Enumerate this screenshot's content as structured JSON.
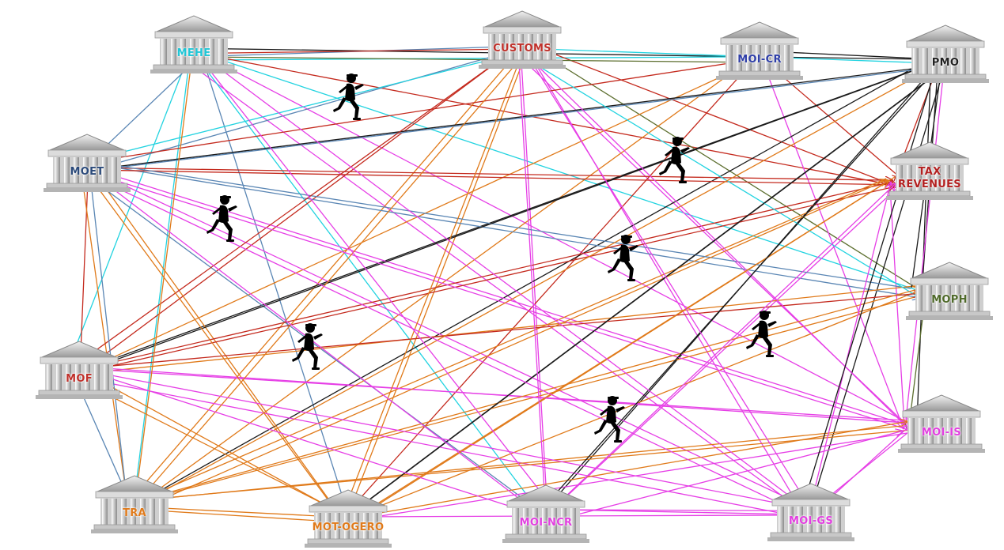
{
  "nodes": [
    {
      "id": "mehe",
      "label": "MEHE",
      "color": "#1fc6d6"
    },
    {
      "id": "customs",
      "label": "CUSTOMS",
      "color": "#c0302a"
    },
    {
      "id": "moicr",
      "label": "MOI-CR",
      "color": "#2f3fa8"
    },
    {
      "id": "pmo",
      "label": "PMO",
      "color": "#222222"
    },
    {
      "id": "moet",
      "label": "MOET",
      "color": "#2b4a7a"
    },
    {
      "id": "tax",
      "label": "TAX REVENUES",
      "color": "#b32020"
    },
    {
      "id": "moph",
      "label": "MOPH",
      "color": "#4f6a2a"
    },
    {
      "id": "mof",
      "label": "MOF",
      "color": "#c0302a"
    },
    {
      "id": "moiis",
      "label": "MOI-IS",
      "color": "#e23fe0"
    },
    {
      "id": "tra",
      "label": "TRA",
      "color": "#e07a1a"
    },
    {
      "id": "motogero",
      "label": "MOT-OGERO",
      "color": "#e07a1a"
    },
    {
      "id": "moincr",
      "label": "MOI-NCR",
      "color": "#e23fe0"
    },
    {
      "id": "moigs",
      "label": "MOI-GS",
      "color": "#e23fe0"
    }
  ],
  "arrow_colors": {
    "cyan": "#22d3e0",
    "magenta": "#e63fe6",
    "orange": "#e07a1a",
    "red": "#c42a1e",
    "steel": "#5a86b4",
    "black": "#1a1a1a",
    "olive": "#5c6e2e"
  },
  "runner_icon": "running-person-icon",
  "building_icon": "government-building-icon"
}
